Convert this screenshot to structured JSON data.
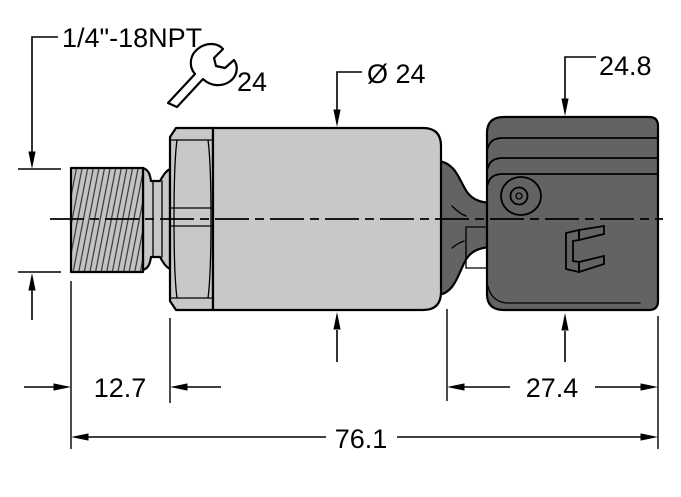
{
  "drawing": {
    "annotations": {
      "thread_spec": "1/4\"-18NPT",
      "wrench_size": "24",
      "body_diameter": "Ø 24",
      "connector_height": "24.8",
      "port_length": "12.7",
      "connector_length": "27.4",
      "overall_length": "76.1"
    },
    "colors": {
      "body_fill": "#c8c8ca",
      "thread_fill": "#c3c3c5",
      "connector_fill": "#636366",
      "line_color": "#000000",
      "background": "#ffffff"
    },
    "icons": {
      "wrench": "wrench-icon"
    }
  }
}
